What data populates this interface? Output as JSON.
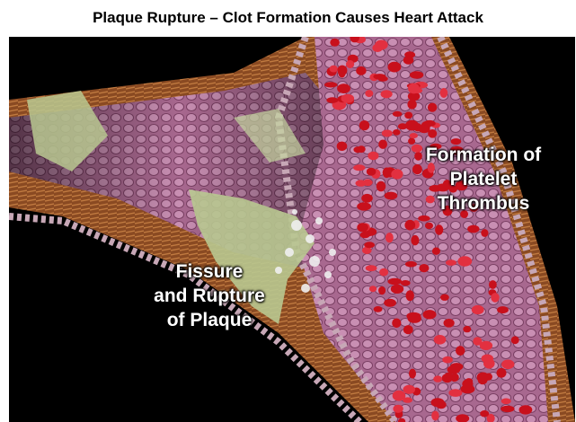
{
  "title": "Plaque Rupture – Clot Formation Causes Heart Attack",
  "labels": {
    "thrombus": [
      "Formation of",
      "Platelet",
      "Thrombus"
    ],
    "fissure": [
      "Fissure",
      "and Rupture",
      "of Plaque"
    ]
  },
  "colors": {
    "background": "#000000",
    "vessel_wall": "#a0608a",
    "muscle_layer": "#8a4a22",
    "plaque": "#b8c890",
    "blood_cells": "#c8101c",
    "platelets": "#f0f0f0"
  }
}
